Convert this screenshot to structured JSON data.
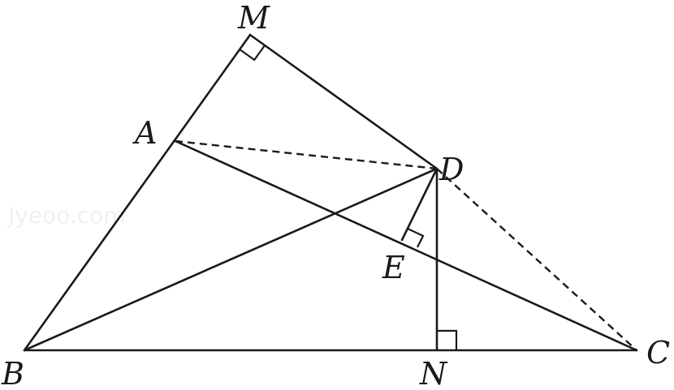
{
  "points": {
    "M": "M",
    "A": "A",
    "D": "D",
    "E": "E",
    "B": "B",
    "N": "N",
    "C": "C"
  },
  "watermark": "Jyeoo.com",
  "segments": [
    {
      "from": "B",
      "to": "M",
      "style": "solid"
    },
    {
      "from": "M",
      "to": "D",
      "style": "solid"
    },
    {
      "from": "B",
      "to": "C",
      "style": "solid"
    },
    {
      "from": "A",
      "to": "C",
      "style": "solid"
    },
    {
      "from": "B",
      "to": "D",
      "style": "solid"
    },
    {
      "from": "D",
      "to": "N",
      "style": "solid"
    },
    {
      "from": "D",
      "to": "E",
      "style": "solid"
    },
    {
      "from": "A",
      "to": "D",
      "style": "dashed"
    },
    {
      "from": "D",
      "to": "C",
      "style": "dashed"
    }
  ],
  "right_angles": [
    "M",
    "E",
    "N"
  ]
}
